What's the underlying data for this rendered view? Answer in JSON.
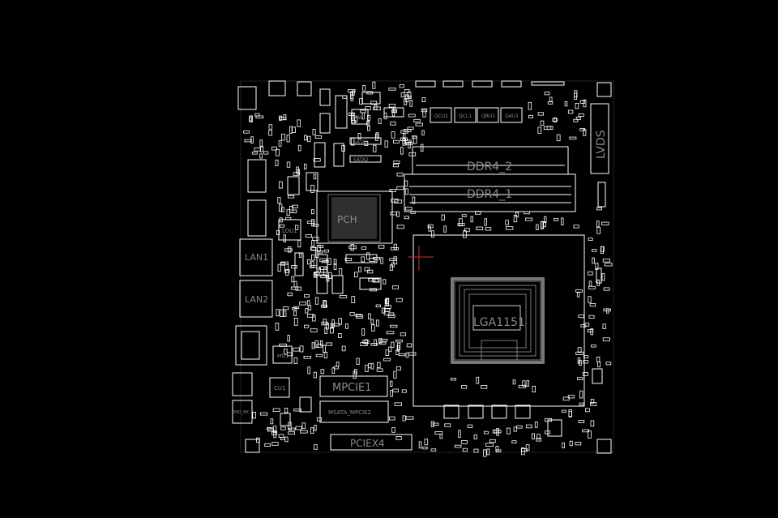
{
  "colors": {
    "background": "#000000",
    "outline": "#ffffff",
    "label": "#8a8a8a",
    "cursor": "#c83232"
  },
  "labels": {
    "ddr4_2": "DDR4_2",
    "ddr4_1": "DDR4_1",
    "lvds": "LVDS",
    "lan1": "LAN1",
    "lan2": "LAN2",
    "lga": "LGA1151",
    "pch": "PCH",
    "mpcie1": "MPCIE1",
    "msata": "MSATA_MPCIE2",
    "pciex4": "PCIEX4",
    "lou1": "LOU1",
    "cu1": "CU1",
    "hu1": "HU1",
    "qcu1": "QCU1",
    "qcl1": "QCL1",
    "qbu1": "QBU1",
    "qau1": "QAU1",
    "sata1": "SATA1",
    "sata2": "SATA2",
    "pw1": "PW1",
    "mid_bk": "MID_BK"
  }
}
